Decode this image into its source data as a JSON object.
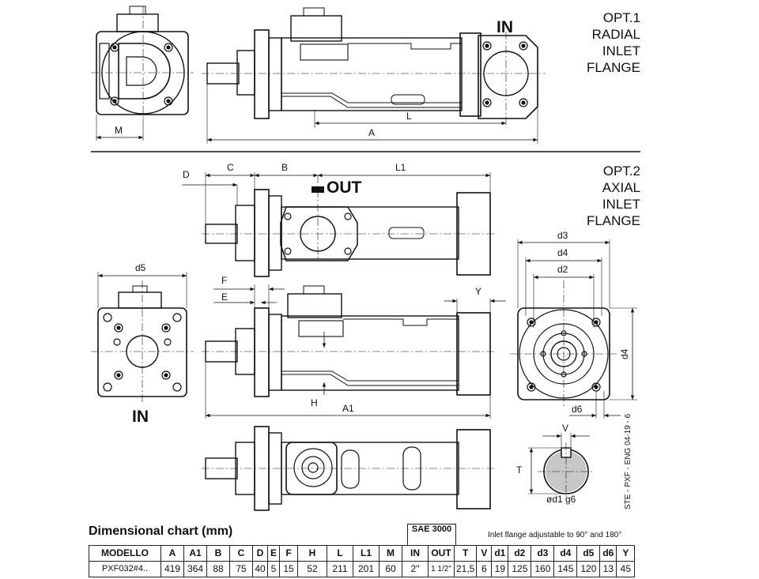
{
  "option1": {
    "line1": "OPT.1",
    "line2": "RADIAL",
    "line3": "INLET",
    "line4": "FLANGE"
  },
  "option2": {
    "line1": "OPT.2",
    "line2": "AXIAL",
    "line3": "INLET",
    "line4": "FLANGE"
  },
  "port_labels": {
    "in_top": "IN",
    "out": "OUT",
    "in_bottom": "IN"
  },
  "dimension_labels": {
    "M": "M",
    "A": "A",
    "L": "L",
    "C": "C",
    "B": "B",
    "L1": "L1",
    "D": "D",
    "d5": "d5",
    "F": "F",
    "E": "E",
    "Y": "Y",
    "H": "H",
    "A1": "A1",
    "d3": "d3",
    "d4": "d4",
    "d2": "d2",
    "d4_side": "d4",
    "d6": "d6",
    "V": "V",
    "T": "T",
    "d1g6": "ød1 g6"
  },
  "doc_code": "STE - PXF - ENG 04-19 - 6",
  "chart": {
    "title": "Dimensional chart (mm)",
    "note": "Inlet flange adjustable to 90° and 180°",
    "group_label": "SAE 3000",
    "headers": [
      "MODELLO",
      "A",
      "A1",
      "B",
      "C",
      "D",
      "E",
      "F",
      "H",
      "L",
      "L1",
      "M",
      "IN",
      "OUT",
      "T",
      "V",
      "d1",
      "d2",
      "d3",
      "d4",
      "d5",
      "d6",
      "Y"
    ],
    "rows": [
      [
        "PXF032#4..",
        "419",
        "364",
        "88",
        "75",
        "40",
        "5",
        "15",
        "52",
        "211",
        "201",
        "60",
        "2\"",
        "1 1/2\"",
        "21,5",
        "6",
        "19",
        "125",
        "160",
        "145",
        "120",
        "13",
        "45"
      ]
    ]
  }
}
